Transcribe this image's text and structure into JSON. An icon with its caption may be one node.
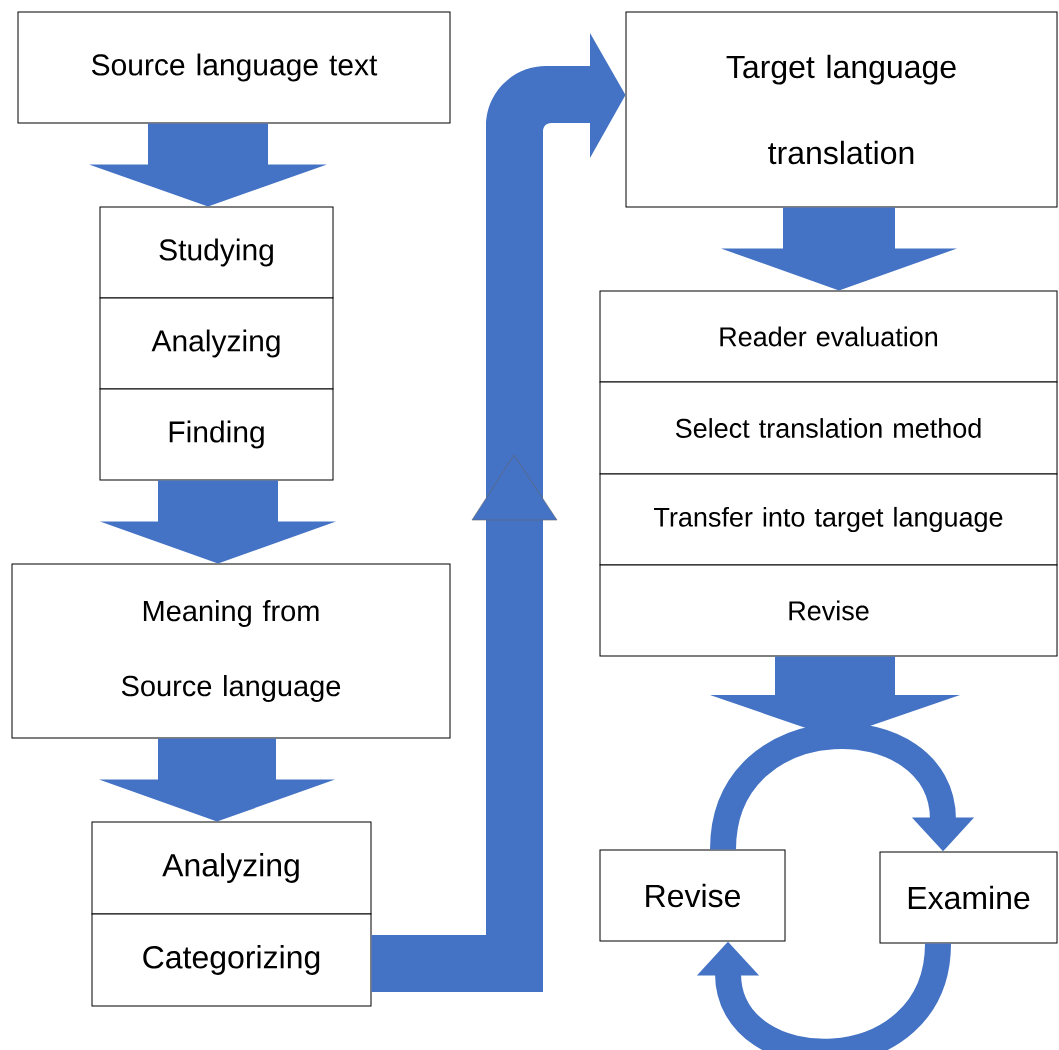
{
  "diagram": {
    "nodes": [
      {
        "text": [
          "Source language text"
        ]
      },
      {
        "text": [
          "Studying"
        ]
      },
      {
        "text": [
          "Analyzing"
        ]
      },
      {
        "text": [
          "Finding"
        ]
      },
      {
        "text": [
          "Meaning from Source language"
        ]
      },
      {
        "text": [
          "Analyzing"
        ]
      },
      {
        "text": [
          "Categorizing"
        ]
      },
      {
        "text": [
          "Target language translation"
        ]
      },
      {
        "text": [
          "Reader evaluation"
        ]
      },
      {
        "text": [
          "Select translation method"
        ]
      },
      {
        "text": [
          "Transfer into target language"
        ]
      },
      {
        "text": [
          "Revise"
        ]
      },
      {
        "text": [
          "Revise"
        ]
      },
      {
        "text": [
          "Examine"
        ]
      }
    ],
    "edges": [
      {
        "from": 0,
        "to": 1,
        "arrow": "to"
      },
      {
        "from": 3,
        "to": 4,
        "arrow": "to"
      },
      {
        "from": 4,
        "to": 5,
        "arrow": "to"
      },
      {
        "from": 6,
        "to": 7,
        "arrow": "to"
      },
      {
        "from": 7,
        "to": 8,
        "arrow": "to"
      },
      {
        "from": 11,
        "to": null,
        "arrow": "to"
      },
      {
        "from": 12,
        "to": 13,
        "arrow": "to"
      },
      {
        "from": 13,
        "to": 12,
        "arrow": "to"
      }
    ]
  }
}
